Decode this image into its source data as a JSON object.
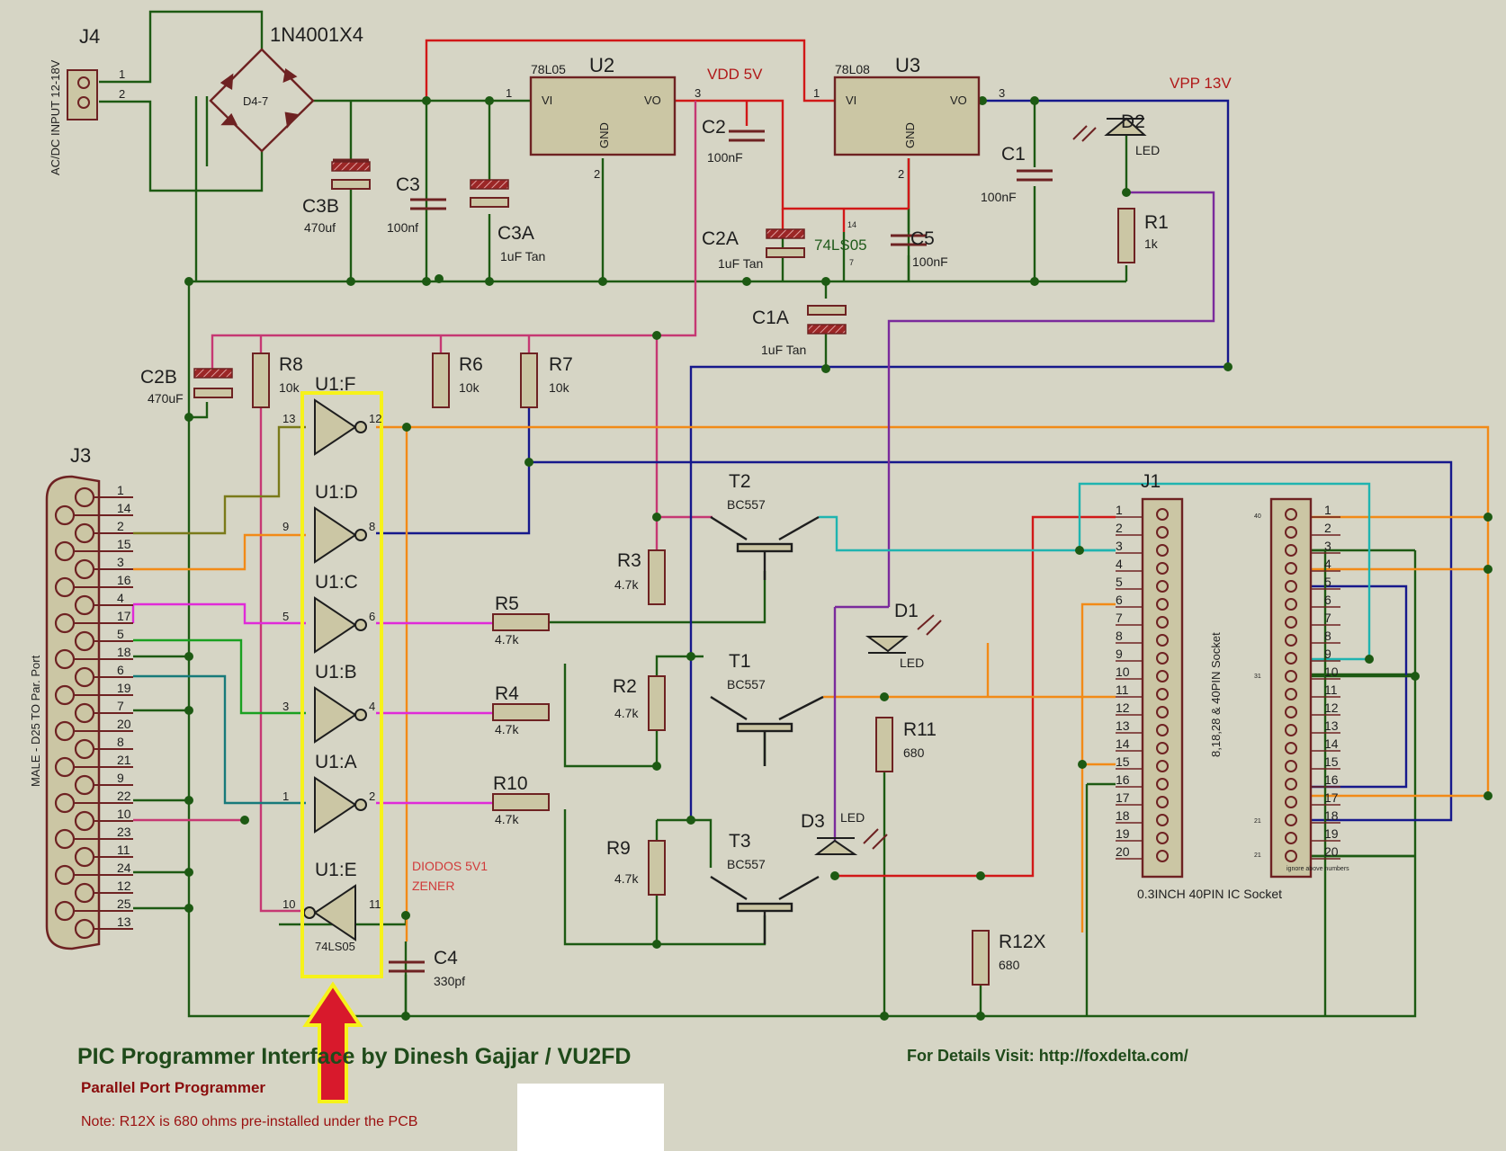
{
  "labels": {
    "j4": "J4",
    "j4_input": "AC/DC INPUT 12-18V",
    "bridge": "1N4001X4",
    "bridge_ref": "D4-7",
    "u2_type": "78L05",
    "u2": "U2",
    "u3_type": "78L08",
    "u3": "U3",
    "vi": "VI",
    "vo": "VO",
    "gnd": "GND",
    "vdd": "VDD 5V",
    "vpp": "VPP 13V",
    "c3b": "C3B",
    "c3b_val": "470uf",
    "c3": "C3",
    "c3_val": "100nf",
    "c3a": "C3A",
    "c3a_val": "1uF Tan",
    "c2": "C2",
    "c2_val": "100nF",
    "c2a": "C2A",
    "c2a_val": "1uF Tan",
    "ls05_top": "74LS05",
    "c5": "C5",
    "c5_val": "100nF",
    "c1": "C1",
    "c1_val": "100nF",
    "d2": "D2",
    "led": "LED",
    "r1": "R1",
    "r1_val": "1k",
    "c1a": "C1A",
    "c1a_val": "1uF Tan",
    "c2b": "C2B",
    "c2b_val": "470uF",
    "r8": "R8",
    "r6": "R6",
    "r7": "R7",
    "r10k": "10k",
    "u1f": "U1:F",
    "u1d": "U1:D",
    "u1c": "U1:C",
    "u1b": "U1:B",
    "u1a": "U1:A",
    "u1e": "U1:E",
    "ls05_bottom": "74LS05",
    "j3": "J3",
    "j3_side": "MALE - D25 TO Par. Port",
    "t2": "T2",
    "t1": "T1",
    "t3": "T3",
    "bc557": "BC557",
    "r3": "R3",
    "r2": "R2",
    "r9": "R9",
    "r5": "R5",
    "r4": "R4",
    "r10": "R10",
    "r47k": "4.7k",
    "d1": "D1",
    "d3": "D3",
    "r11": "R11",
    "r12x": "R12X",
    "r680": "680",
    "zener_1": "DIODOS 5V1",
    "zener_2": "ZENER",
    "c4": "C4",
    "c4_val": "330pf",
    "j1": "J1",
    "socket_label": "0.3INCH 40PIN IC Socket",
    "socket_side": "8,18,28 & 40PIN Socket",
    "ignore_note": "ignore above numbers",
    "title": "PIC Programmer Interface by Dinesh Gajjar / VU2FD",
    "subtitle": "Parallel Port Programmer",
    "note": "Note: R12X is 680 ohms pre-installed under the PCB",
    "visit": "For Details Visit: http://foxdelta.com/"
  },
  "pins": {
    "j3_top": [
      "1",
      "2",
      "3",
      "4",
      "5",
      "6",
      "7",
      "8",
      "9",
      "10",
      "11",
      "12",
      "13"
    ],
    "j3_bottom": [
      "14",
      "15",
      "16",
      "17",
      "18",
      "19",
      "20",
      "21",
      "22",
      "23",
      "24",
      "25"
    ],
    "socket": [
      "1",
      "2",
      "3",
      "4",
      "5",
      "6",
      "7",
      "8",
      "9",
      "10",
      "11",
      "12",
      "13",
      "14",
      "15",
      "16",
      "17",
      "18",
      "19",
      "20"
    ],
    "gate_in": [
      "13",
      "9",
      "5",
      "3",
      "1",
      "10"
    ],
    "gate_out": [
      "12",
      "8",
      "6",
      "4",
      "2",
      "11"
    ],
    "misc": {
      "one": "1",
      "two": "2",
      "three": "3",
      "fourteen": "14",
      "seven": "7",
      "forty": "40",
      "thirtyone": "31",
      "twentyone": "21",
      "twentyone_b": "21"
    }
  },
  "colors": {
    "wire_green": "#1d5a13",
    "wire_red": "#d11818",
    "wire_blue": "#16188c",
    "wire_orange": "#f28a17",
    "wire_magenta": "#e02ad8",
    "wire_pink": "#c63873",
    "wire_purple": "#7a2a9c",
    "wire_cyan": "#1fb4b0",
    "wire_olive": "#7a7a1a",
    "highlight": "#f6f21a",
    "arrow": "#d8192c",
    "part_fill": "#cbc6a4",
    "part_stroke": "#6e2222"
  }
}
